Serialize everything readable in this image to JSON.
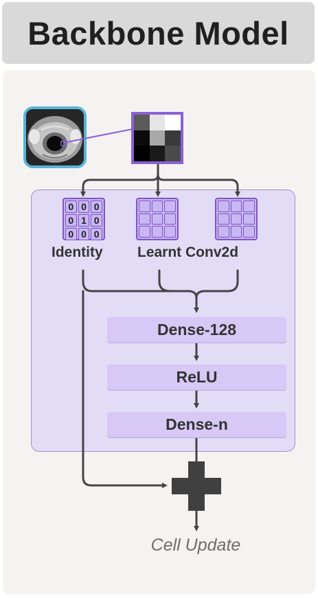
{
  "title": "Backbone Model",
  "input": {
    "image": "mri-scan",
    "patch_values": [
      [
        "#5a5a5a",
        "#e6e6e6",
        "#ffffff"
      ],
      [
        "#0b0b0b",
        "#a8a8a8",
        "#3a3a3a"
      ],
      [
        "#000000",
        "#1a1a1a",
        "#4a4a4a"
      ]
    ]
  },
  "kernels": [
    {
      "label": "Identity",
      "values": [
        "0",
        "0",
        "0",
        "0",
        "1",
        "0",
        "0",
        "0",
        "0"
      ]
    },
    {
      "label": "Learnt Conv2d",
      "values": [
        "",
        "",
        "",
        "",
        "",
        "",
        "",
        "",
        ""
      ]
    }
  ],
  "layers": [
    "Dense-128",
    "ReLU",
    "Dense-n"
  ],
  "combine_operator": "plus-icon",
  "output_label": "Cell Update",
  "colors": {
    "accent": "#8c5fd6",
    "kernel_fill": "#c9b7f3",
    "layer_fill": "#d7c8f6",
    "inner_box": "#e2dcf7",
    "arrow": "#444444"
  }
}
